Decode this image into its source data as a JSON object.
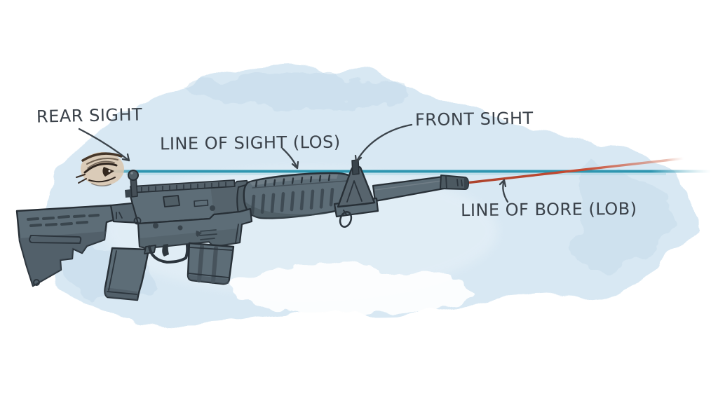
{
  "diagram": {
    "labels": {
      "rear_sight": "REAR SIGHT",
      "line_of_sight": "LINE OF SIGHT (LOS)",
      "front_sight": "FRONT SIGHT",
      "line_of_bore": "LINE OF BORE (LOB)"
    },
    "colors": {
      "line_of_sight_blue": "#2e96b0",
      "line_of_bore_red": "#c4482f",
      "label_text": "#3a4149",
      "rifle_body": "#5d6d77",
      "rifle_outline": "#272f36",
      "watercolor_wash": "#d8e8f3"
    }
  }
}
